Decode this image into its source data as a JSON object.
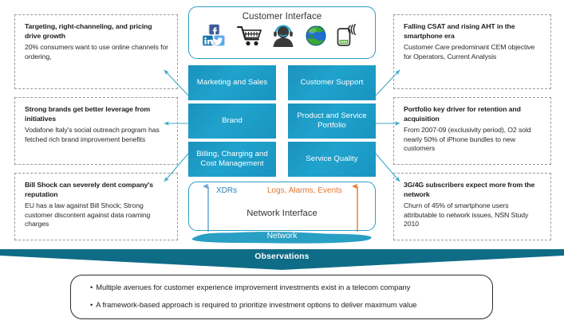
{
  "colors": {
    "tile_blue": "#1fa3cd",
    "outline_teal": "#2a9fc4",
    "banner_teal": "#0f6c86",
    "network_blob": "#2a9fc4",
    "xdr_blue": "#2f7fb5",
    "logs_orange": "#e2772f",
    "callout_border": "#9a9a9a"
  },
  "callouts_left": [
    {
      "title": "Targeting, right-channeling, and pricing drive growth",
      "body": "20% consumers want to use online channels for ordering,"
    },
    {
      "title": "Strong brands get better leverage from initiatives",
      "body": "Vodafone Italy's social outreach program has fetched rich brand improvement benefits"
    },
    {
      "title": "Bill Shock can severely dent company's reputation",
      "body": "EU has a law against Bill Shock; Strong customer discontent against data roaming charges"
    }
  ],
  "callouts_right": [
    {
      "title": "Falling CSAT and rising AHT in the smartphone era",
      "body": "Customer Care predominant CEM objective for Operators, Current Analysis"
    },
    {
      "title": "Portfolio key driver for retention and acquisition",
      "body": "From 2007-09 (exclusivity period), O2 sold nearly 50% of iPhone bundles to new customers"
    },
    {
      "title": "3G/4G subscribers expect more from the network",
      "body": "Churn of 45% of smartphone users attributable to network issues, NSN Study 2010"
    }
  ],
  "customer_interface": {
    "title": "Customer Interface",
    "icons": [
      "social-media-icon",
      "shopping-cart-icon",
      "support-agent-icon",
      "globe-icon",
      "mobile-signal-icon"
    ]
  },
  "tiles": [
    "Marketing and Sales",
    "Customer Support",
    "Brand",
    "Product and Service Portfolio",
    "Billing, Charging and Cost Management",
    "Service Quality"
  ],
  "network_interface": {
    "title": "Network Interface",
    "left_flow_label": "XDRs",
    "right_flow_label": "Logs, Alarms, Events"
  },
  "network": {
    "label": "Network"
  },
  "observations": {
    "banner_title": "Observations",
    "bullet_char": "•",
    "items": [
      "Multiple avenues for customer experience improvement investments exist in a telecom company",
      "A framework-based approach is required to prioritize investment options to deliver maximum value"
    ]
  }
}
